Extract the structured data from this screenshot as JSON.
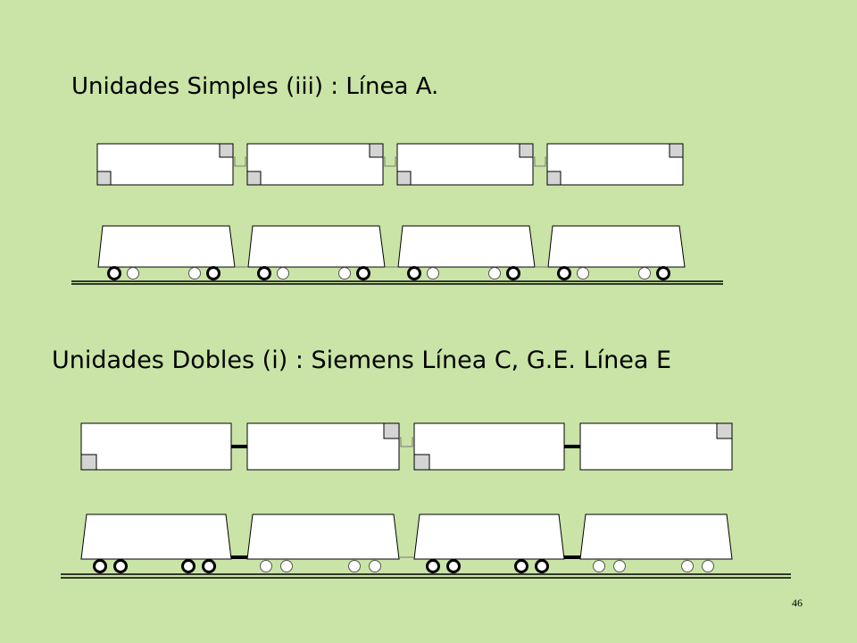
{
  "slide": {
    "title_simple": "Unidades Simples (iii) : Línea A.",
    "title_double": "Unidades Dobles (i) : Siemens Línea C, G.E. Línea E",
    "page_number": "46"
  },
  "colors": {
    "background": "#c9e4a6",
    "car_fill": "#ffffff",
    "cab_marker_fill": "#d4d4d4",
    "stroke": "#000000",
    "connector_light": "#7a7a7a"
  },
  "diagrams": [
    {
      "name": "simple-unit-train",
      "cars": [
        {
          "powered_bogie": "both-ends"
        },
        {
          "powered_bogie": "both-ends"
        },
        {
          "powered_bogie": "both-ends"
        },
        {
          "powered_bogie": "both-ends"
        }
      ],
      "couplings": [
        "light",
        "light",
        "light"
      ]
    },
    {
      "name": "double-unit-train",
      "cars": [
        {
          "powered_bogie": "both"
        },
        {
          "powered_bogie": "none"
        },
        {
          "powered_bogie": "both"
        },
        {
          "powered_bogie": "none"
        }
      ],
      "couplings": [
        "heavy",
        "light",
        "heavy"
      ]
    }
  ]
}
